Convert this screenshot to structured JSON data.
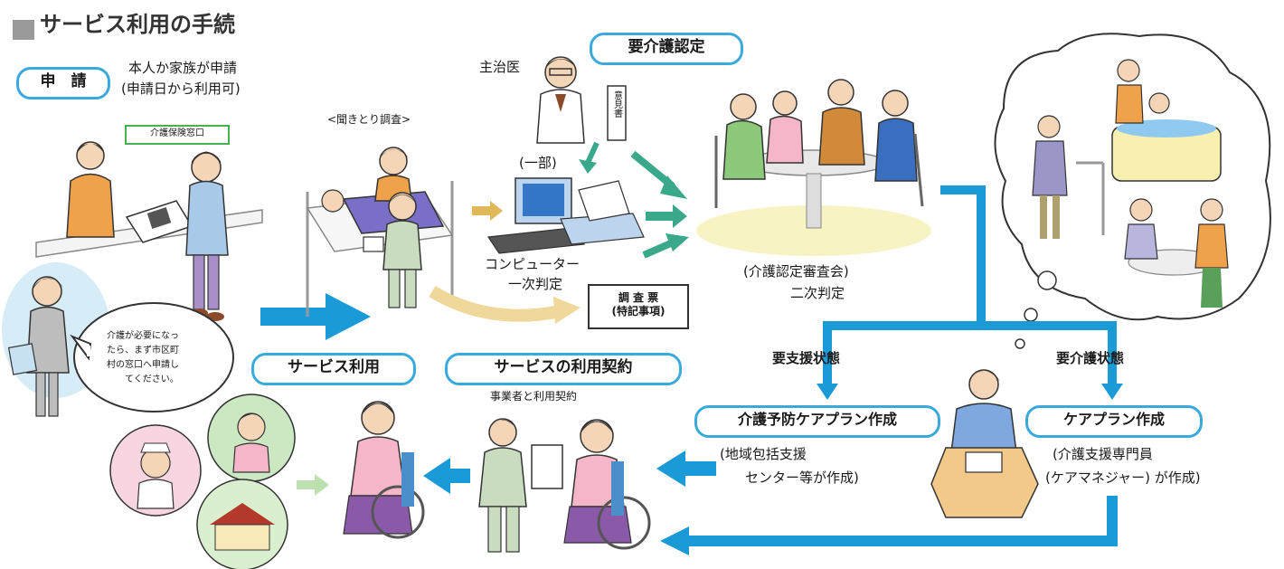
{
  "title": "サービス利用の手続",
  "application": {
    "label": "申　請",
    "note_line1": "本人か家族が申請",
    "note_line2": "(申請日から利用可)",
    "counter_sign": "介護保険窓口"
  },
  "speech_bubble": [
    "介護が必要になっ",
    "たら、まず市区町",
    "村の窓口へ申請し",
    "てください。"
  ],
  "interview": {
    "label": "<聞きとり調査>",
    "partial_label": "(一部)"
  },
  "certification": {
    "label": "要介護認定",
    "doctor_label": "主治医",
    "opinion_doc": "意見書",
    "computer_line1": "コンピューター",
    "computer_line2": "一次判定",
    "survey_line1": "調 査 票",
    "survey_line2": "(特記事項)",
    "committee_line1": "(介護認定審査会)",
    "committee_line2": "二次判定"
  },
  "branches": {
    "support_state": "要支援状態",
    "care_state": "要介護状態",
    "prevention_plan": "介護予防ケアプラン作成",
    "prevention_note_line1": "(地域包括支援",
    "prevention_note_line2": "センター等が作成)",
    "care_plan": "ケアプラン作成",
    "care_note_line1": "(介護支援専門員",
    "care_note_line2": "(ケアマネジャー) が作成)"
  },
  "contract": {
    "label": "サービスの利用契約",
    "sub": "事業者と利用契約"
  },
  "service_use": {
    "label": "サービス利用"
  },
  "colors": {
    "accent_blue": "#1a9ad6",
    "pill_border": "#3aa9db",
    "green_arrow": "#3aa88a",
    "gold_arrow": "#e0b85a"
  }
}
